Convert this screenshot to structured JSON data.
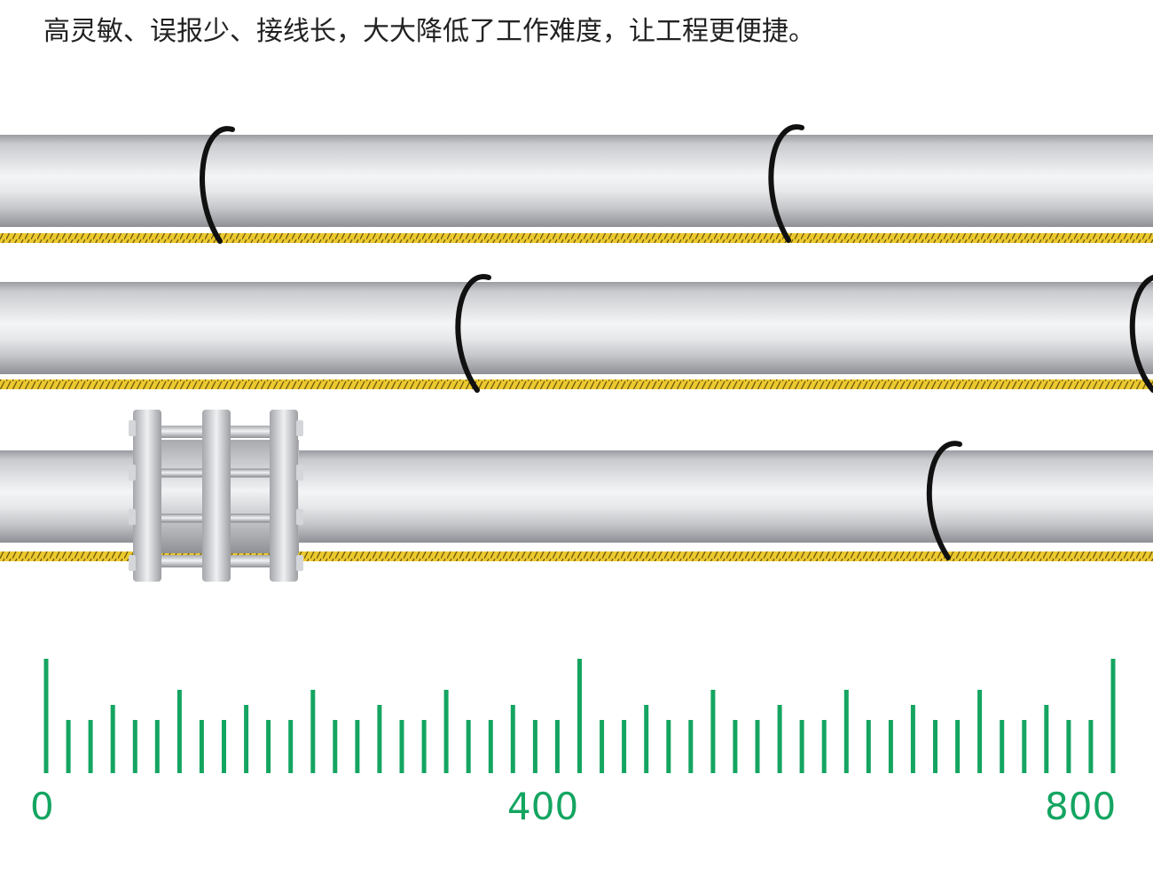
{
  "headline": "高灵敏、误报少、接线长，大大降低了工作难度，让工程更便捷。",
  "pipes": [
    {
      "name": "pipe-top",
      "clips": 2
    },
    {
      "name": "pipe-middle",
      "clips": 2
    },
    {
      "name": "pipe-bottom",
      "clips": 1,
      "coupling": true
    }
  ],
  "scale": {
    "min": 0,
    "max": 800,
    "labels": [
      "0",
      "400",
      "800"
    ]
  },
  "colors": {
    "pipe_light": "#f4f5f7",
    "pipe_dark": "#8e9096",
    "sensor_cable": "#e8c531",
    "clip": "#111111",
    "scale": "#14a561",
    "text": "#222222"
  }
}
